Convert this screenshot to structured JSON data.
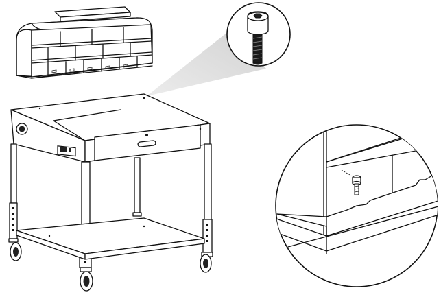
{
  "figure": {
    "kind": "assembly-instruction-illustration",
    "parts": [
      "hutch-organizer",
      "cap-screw-callout",
      "cart-desk",
      "detail-callout"
    ],
    "colors": {
      "line": "#111111",
      "callout_shade": "#d9d9d9",
      "background": "#ffffff"
    }
  }
}
